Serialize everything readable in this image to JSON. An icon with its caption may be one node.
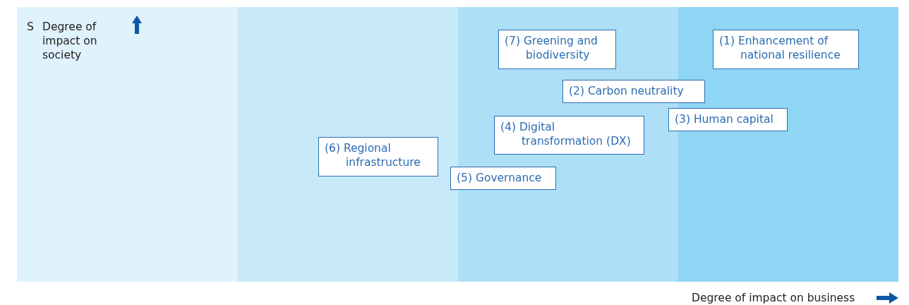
{
  "diagram": {
    "nodes": [
      {
        "text": [
          "(7) Greening and biodiversity"
        ]
      },
      {
        "text": [
          "(1) Enhancement of national resilience"
        ]
      },
      {
        "text": [
          "(2) Carbon neutrality"
        ]
      },
      {
        "text": [
          "(3) Human capital"
        ]
      },
      {
        "text": [
          "(4) Digital transformation (DX)"
        ]
      },
      {
        "text": [
          "(6) Regional infrastructure"
        ]
      },
      {
        "text": [
          "(5) Governance"
        ]
      }
    ],
    "edges": [],
    "labels": [
      "S",
      "Degree of impact on society",
      "Degree of impact on business"
    ]
  }
}
